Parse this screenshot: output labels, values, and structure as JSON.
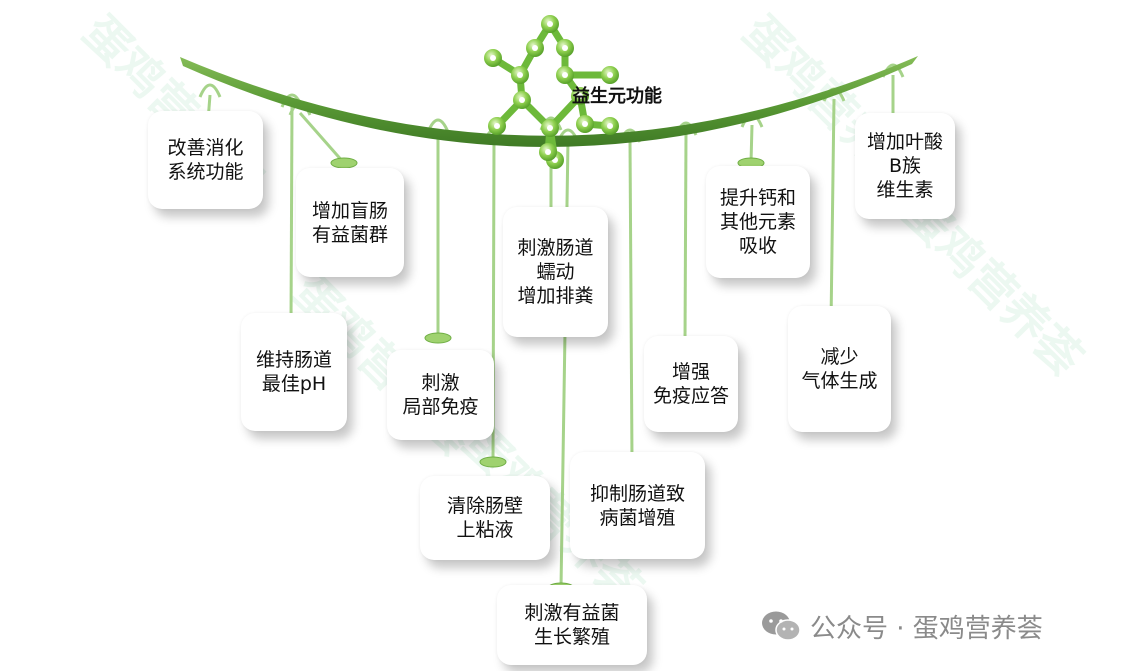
{
  "title": "益生元功能",
  "functions": [
    "改善消化\n系统功能",
    "增加盲肠\n有益菌群",
    "刺激肠道\n蠕动\n增加排粪",
    "提升钙和\n其他元素\n吸收",
    "增加叶酸\nB族\n维生素",
    "维持肠道\n最佳pH",
    "刺激\n局部免疫",
    "增强\n免疫应答",
    "减少\n气体生成",
    "清除肠壁\n上粘液",
    "抑制肠道致\n病菌增殖",
    "刺激有益菌\n生长繁殖"
  ],
  "footer": {
    "label": "公众号 · 蛋鸡营养荟",
    "icon": "wechat-icon"
  },
  "watermark": "蛋鸡营养荟",
  "colors": {
    "vine": "#5e9e3a",
    "string": "#a6d38a",
    "bead": "#9fd26f",
    "node": "#7cc243",
    "text": "#111111"
  }
}
